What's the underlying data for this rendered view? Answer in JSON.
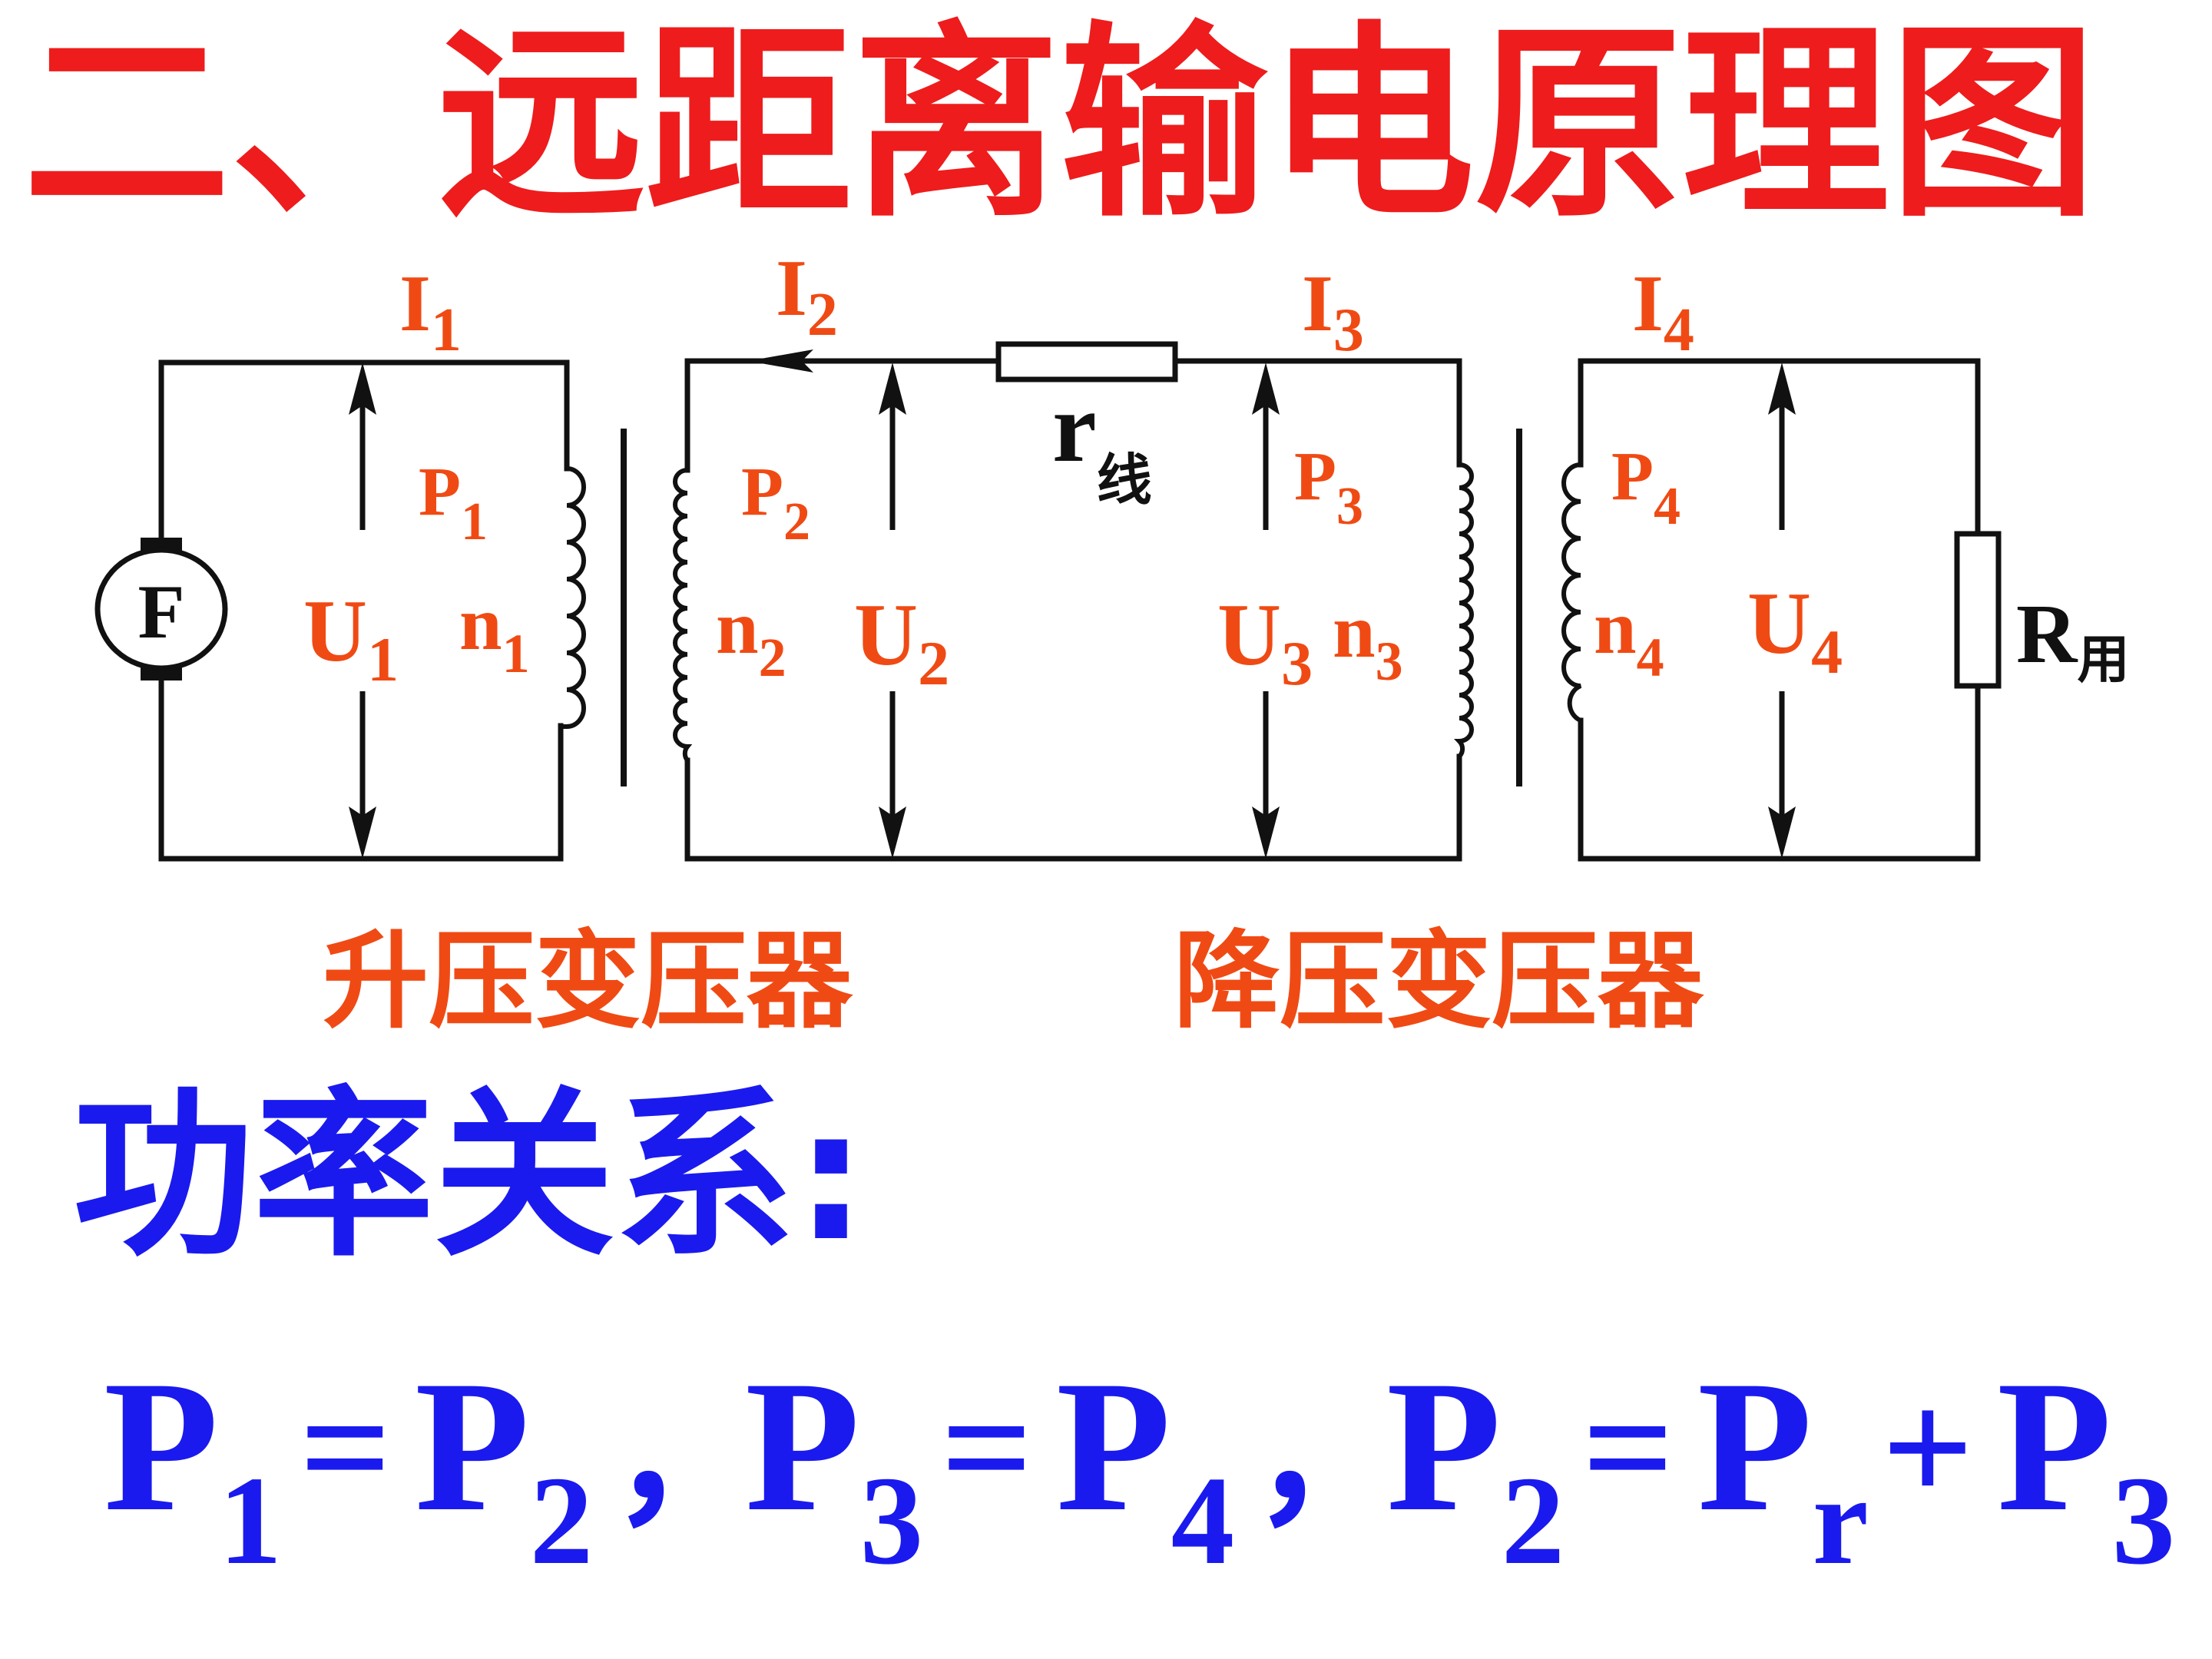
{
  "title": "二、远距离输电原理图",
  "colors": {
    "title": "#ee1c1c",
    "label": "#f04a14",
    "wire": "#111111",
    "formula": "#1a1aee"
  },
  "diagram": {
    "generator": "F",
    "currents": [
      {
        "main": "I",
        "sub": "1"
      },
      {
        "main": "I",
        "sub": "2"
      },
      {
        "main": "I",
        "sub": "3"
      },
      {
        "main": "I",
        "sub": "4"
      }
    ],
    "powers": [
      {
        "main": "P",
        "sub": "1"
      },
      {
        "main": "P",
        "sub": "2"
      },
      {
        "main": "P",
        "sub": "3"
      },
      {
        "main": "P",
        "sub": "4"
      }
    ],
    "voltages": [
      {
        "main": "U",
        "sub": "1"
      },
      {
        "main": "U",
        "sub": "2"
      },
      {
        "main": "U",
        "sub": "3"
      },
      {
        "main": "U",
        "sub": "4"
      }
    ],
    "turns": [
      {
        "main": "n",
        "sub": "1"
      },
      {
        "main": "n",
        "sub": "2"
      },
      {
        "main": "n",
        "sub": "3"
      },
      {
        "main": "n",
        "sub": "4"
      }
    ],
    "line_resistance": {
      "main": "r",
      "sub": "线"
    },
    "load_resistance": {
      "main": "R",
      "sub": "用"
    },
    "step_up_label": "升压变压器",
    "step_down_label": "降压变压器"
  },
  "power_relation": {
    "heading": "功率关系:",
    "formula": [
      {
        "main": "P",
        "sub": "1"
      },
      {
        "op": "="
      },
      {
        "main": "P",
        "sub": "2"
      },
      {
        "op": "，"
      },
      {
        "main": "P",
        "sub": "3"
      },
      {
        "op": "="
      },
      {
        "main": "P",
        "sub": "4"
      },
      {
        "op": "，"
      },
      {
        "main": "P",
        "sub": "2"
      },
      {
        "op": "="
      },
      {
        "main": "P",
        "sub": "r"
      },
      {
        "op": "+"
      },
      {
        "main": "P",
        "sub": "3"
      }
    ]
  }
}
